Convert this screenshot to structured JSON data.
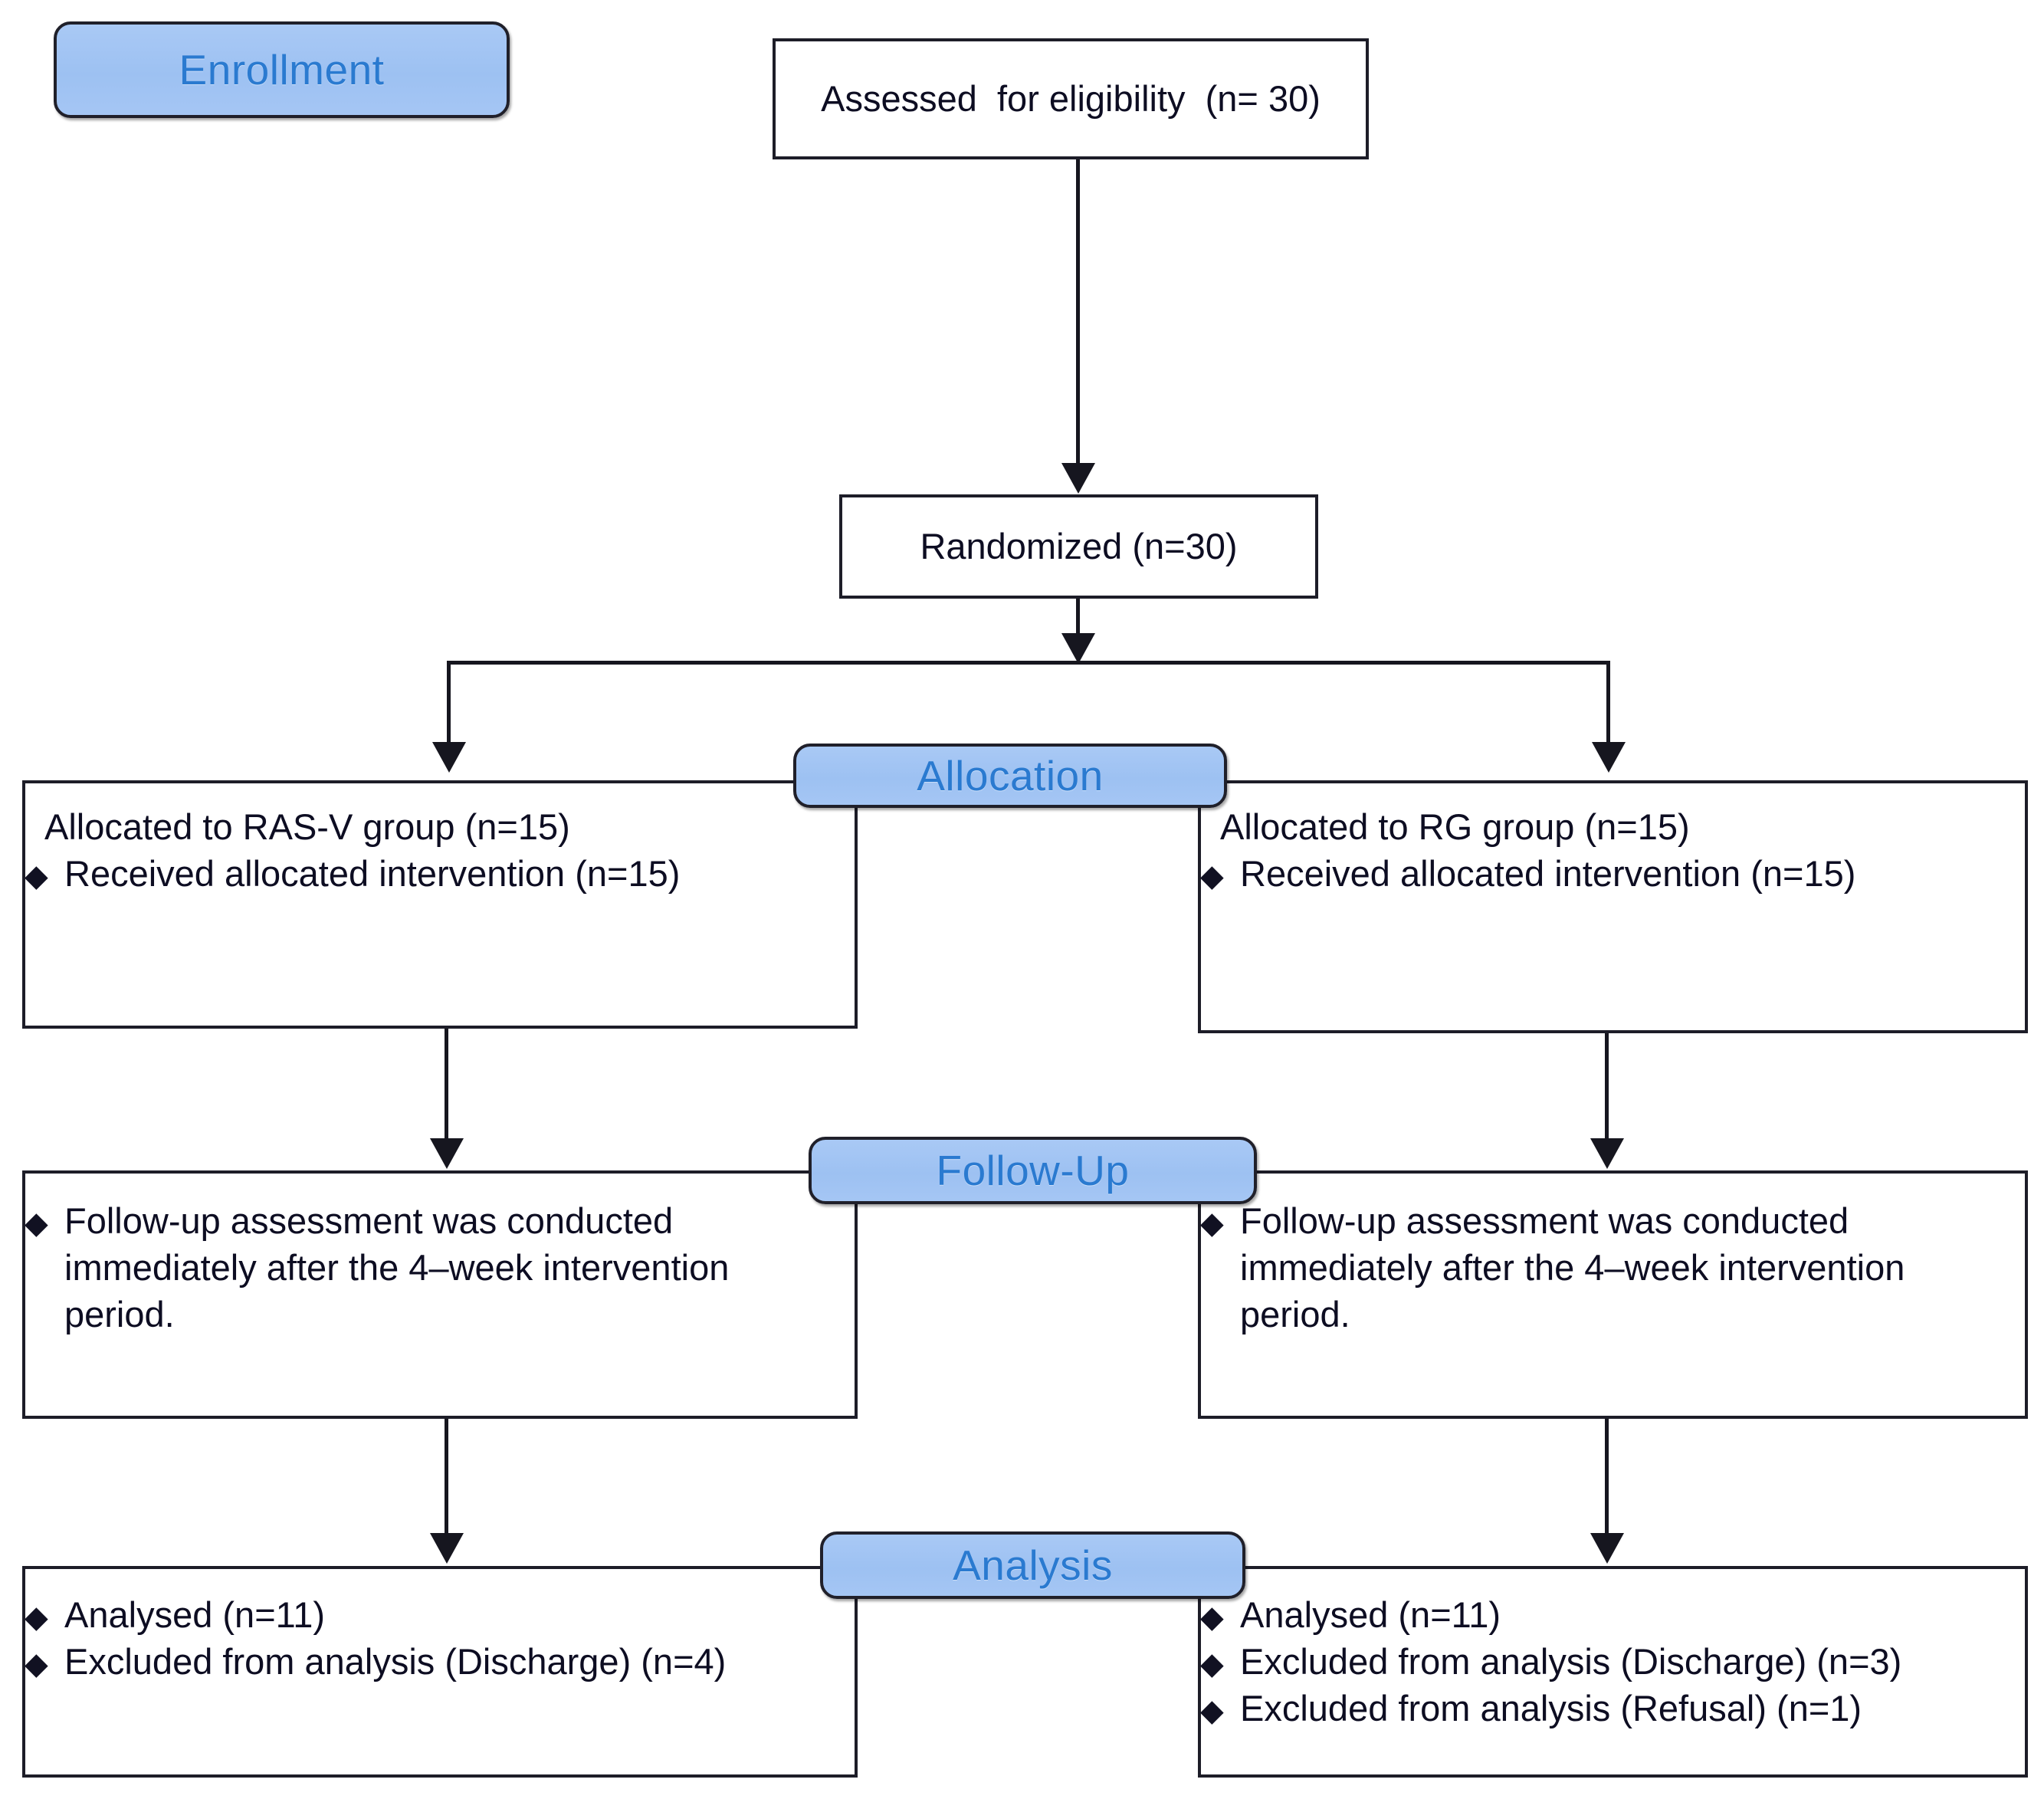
{
  "diagram": {
    "type": "CONSORT participant flow diagram",
    "colors": {
      "stage_fill": "#a5c6f4",
      "stage_text": "#2a7ad0",
      "stage_border": "#20202a",
      "box_border": "#1d1d28",
      "box_fill": "#ffffff",
      "body_text": "#0d0d22",
      "connector": "#16161f"
    },
    "bullet_glyph": "♦"
  },
  "stages": {
    "enrollment": "Enrollment",
    "allocation": "Allocation",
    "follow_up": "Follow-Up",
    "analysis": "Analysis"
  },
  "nodes": {
    "assessed": "Assessed  for eligibility  (n= 30)",
    "randomized": "Randomized (n=30)"
  },
  "allocation": {
    "left": {
      "title": "Allocated to RAS-V group (n=15)",
      "items": [
        "Received allocated intervention  (n=15)"
      ]
    },
    "right": {
      "title": "Allocated to RG group  (n=15)",
      "items": [
        "Received allocated intervention  (n=15)"
      ]
    }
  },
  "follow_up": {
    "left": {
      "items": [
        "Follow-up assessment  was conducted immediately after the 4–week intervention period."
      ]
    },
    "right": {
      "items": [
        "Follow-up assessment  was conducted immediately after the 4–week intervention period."
      ]
    }
  },
  "analysis": {
    "left": {
      "items": [
        "Analysed  (n=11)",
        "Excluded from analysis (Discharge) (n=4)"
      ]
    },
    "right": {
      "items": [
        "Analysed  (n=11)",
        "Excluded from analysis (Discharge) (n=3)",
        "Excluded from analysis (Refusal) (n=1)"
      ]
    }
  },
  "counts": {
    "assessed_for_eligibility": 30,
    "randomized": 30,
    "allocated_rasv": 15,
    "allocated_rg": 15,
    "received_intervention_rasv": 15,
    "received_intervention_rg": 15,
    "analysed_rasv": 11,
    "analysed_rg": 11,
    "excluded_discharge_rasv": 4,
    "excluded_discharge_rg": 3,
    "excluded_refusal_rg": 1
  }
}
